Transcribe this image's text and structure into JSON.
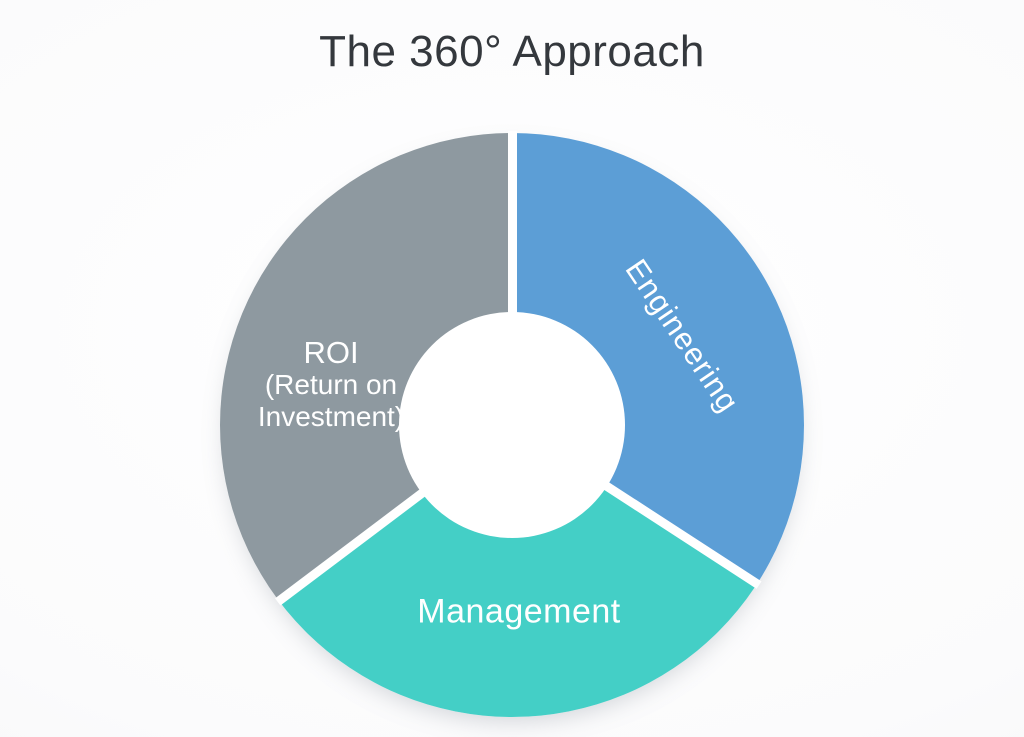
{
  "title": "The 360° Approach",
  "chart_data": {
    "type": "pie",
    "subtype": "donut",
    "title": "The 360° Approach",
    "title_color": "#34383d",
    "legend_position": "none",
    "labels_on_slices": true,
    "background_color": "#fafafb",
    "gap_color": "#ffffff",
    "hole_color": "#ffffff",
    "hole_ratio": 0.39,
    "start_angle_deg_from_top": 0,
    "segments": [
      {
        "label": "Engineering",
        "label_lines": [
          "Engineering"
        ],
        "start_deg": 0,
        "end_deg": 123,
        "sweep_deg": 123,
        "value_pct": 34.2,
        "color": "#5C9ED6",
        "label_color": "#ffffff",
        "label_rotation_deg": 56
      },
      {
        "label": "Management",
        "label_lines": [
          "Management"
        ],
        "start_deg": 123,
        "end_deg": 233,
        "sweep_deg": 110,
        "value_pct": 30.6,
        "color": "#44CFC6",
        "label_color": "#ffffff",
        "label_rotation_deg": 0
      },
      {
        "label": "ROI (Return on Investment)",
        "label_lines": [
          "ROI",
          "(Return on",
          "Investment)"
        ],
        "start_deg": 233,
        "end_deg": 360,
        "sweep_deg": 127,
        "value_pct": 35.2,
        "color": "#8E99A0",
        "label_color": "#ffffff",
        "label_rotation_deg": 0
      }
    ]
  }
}
